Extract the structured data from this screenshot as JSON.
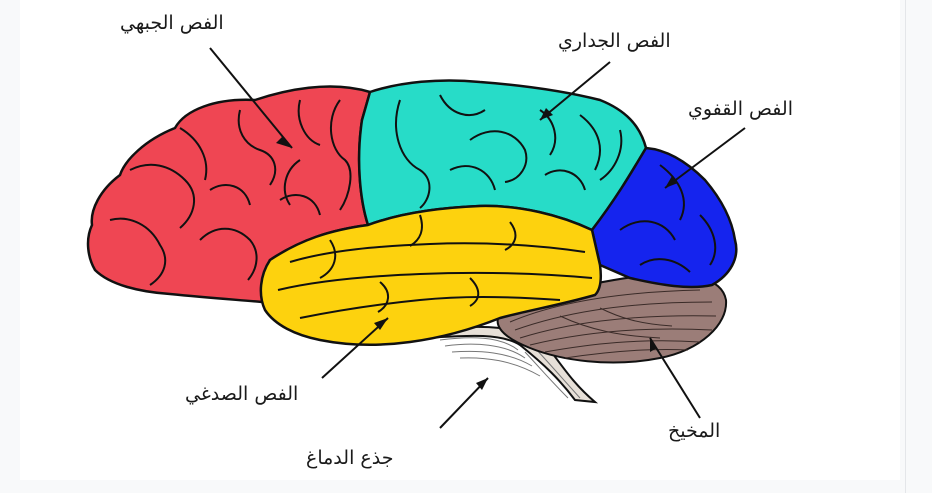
{
  "labels": {
    "frontal": "الفص الجبهي",
    "parietal": "الفص الجداري",
    "occipital": "الفص القفوي",
    "temporal": "الفص الصدغي",
    "cerebellum": "المخيخ",
    "brainstem": "جذع الدماغ"
  },
  "colors": {
    "frontal": "#ef4653",
    "parietal": "#27dcc8",
    "occipital": "#1524ee",
    "temporal": "#fdd20e",
    "cerebellum": "#9b7d78",
    "brainstem": "#e7e0d8",
    "outline": "#111111"
  }
}
